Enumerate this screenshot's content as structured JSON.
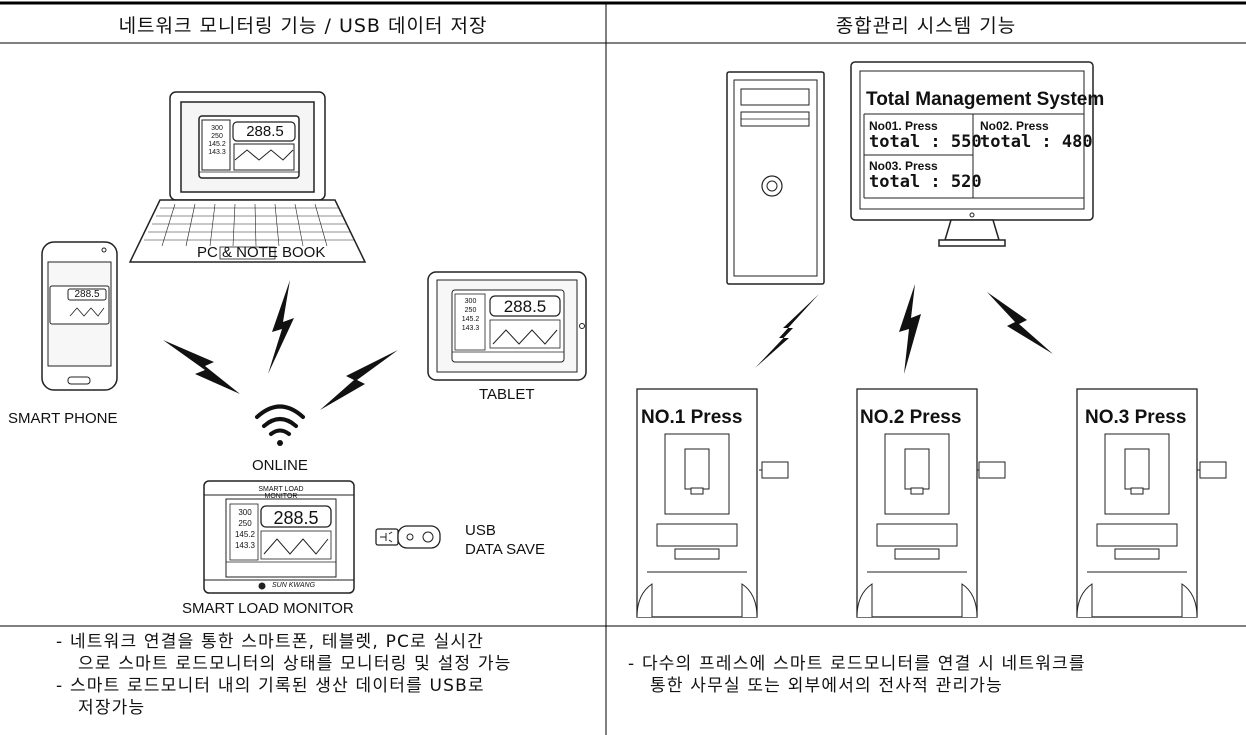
{
  "headers": {
    "left": "네트워크 모니터링 기능 / USB 데이터 저장",
    "right": "종합관리 시스템 기능"
  },
  "left_panel": {
    "pc_label": "PC & NOTE BOOK",
    "smartphone_label": "SMART PHONE",
    "tablet_label": "TABLET",
    "online_label": "ONLINE",
    "usb_label_1": "USB",
    "usb_label_2": "DATA SAVE",
    "monitor_label": "SMART LOAD MONITOR",
    "monitor_title": "SMART LOAD MONITOR",
    "monitor_brand": "SUN KWANG",
    "screen": {
      "main_value": "288.5",
      "setting_value": "300",
      "second_value": "250",
      "ch1_value": "145.2",
      "ch2_value": "143.3"
    }
  },
  "right_panel": {
    "system_title": "Total Management System",
    "presses_on_screen": [
      {
        "name": "No01. Press",
        "total": "total : 550"
      },
      {
        "name": "No02. Press",
        "total": "total : 480"
      },
      {
        "name": "No03. Press",
        "total": "total : 520"
      }
    ],
    "press_labels": [
      "NO.1 Press",
      "NO.2 Press",
      "NO.3 Press"
    ]
  },
  "descriptions": {
    "left_line1": "- 네트워크 연결을 통한 스마트폰, 테블렛, PC로 실시간",
    "left_line2": "으로 스마트 로드모니터의 상태를 모니터링 및 설정 가능",
    "left_line3": "- 스마트 로드모니터 내의 기록된 생산 데이터를 USB로",
    "left_line4": "저장가능",
    "right_line1": "- 다수의 프레스에 스마트 로드모니터를 연결 시 네트워크를",
    "right_line2": "통한 사무실 또는 외부에서의 전사적 관리가능"
  }
}
